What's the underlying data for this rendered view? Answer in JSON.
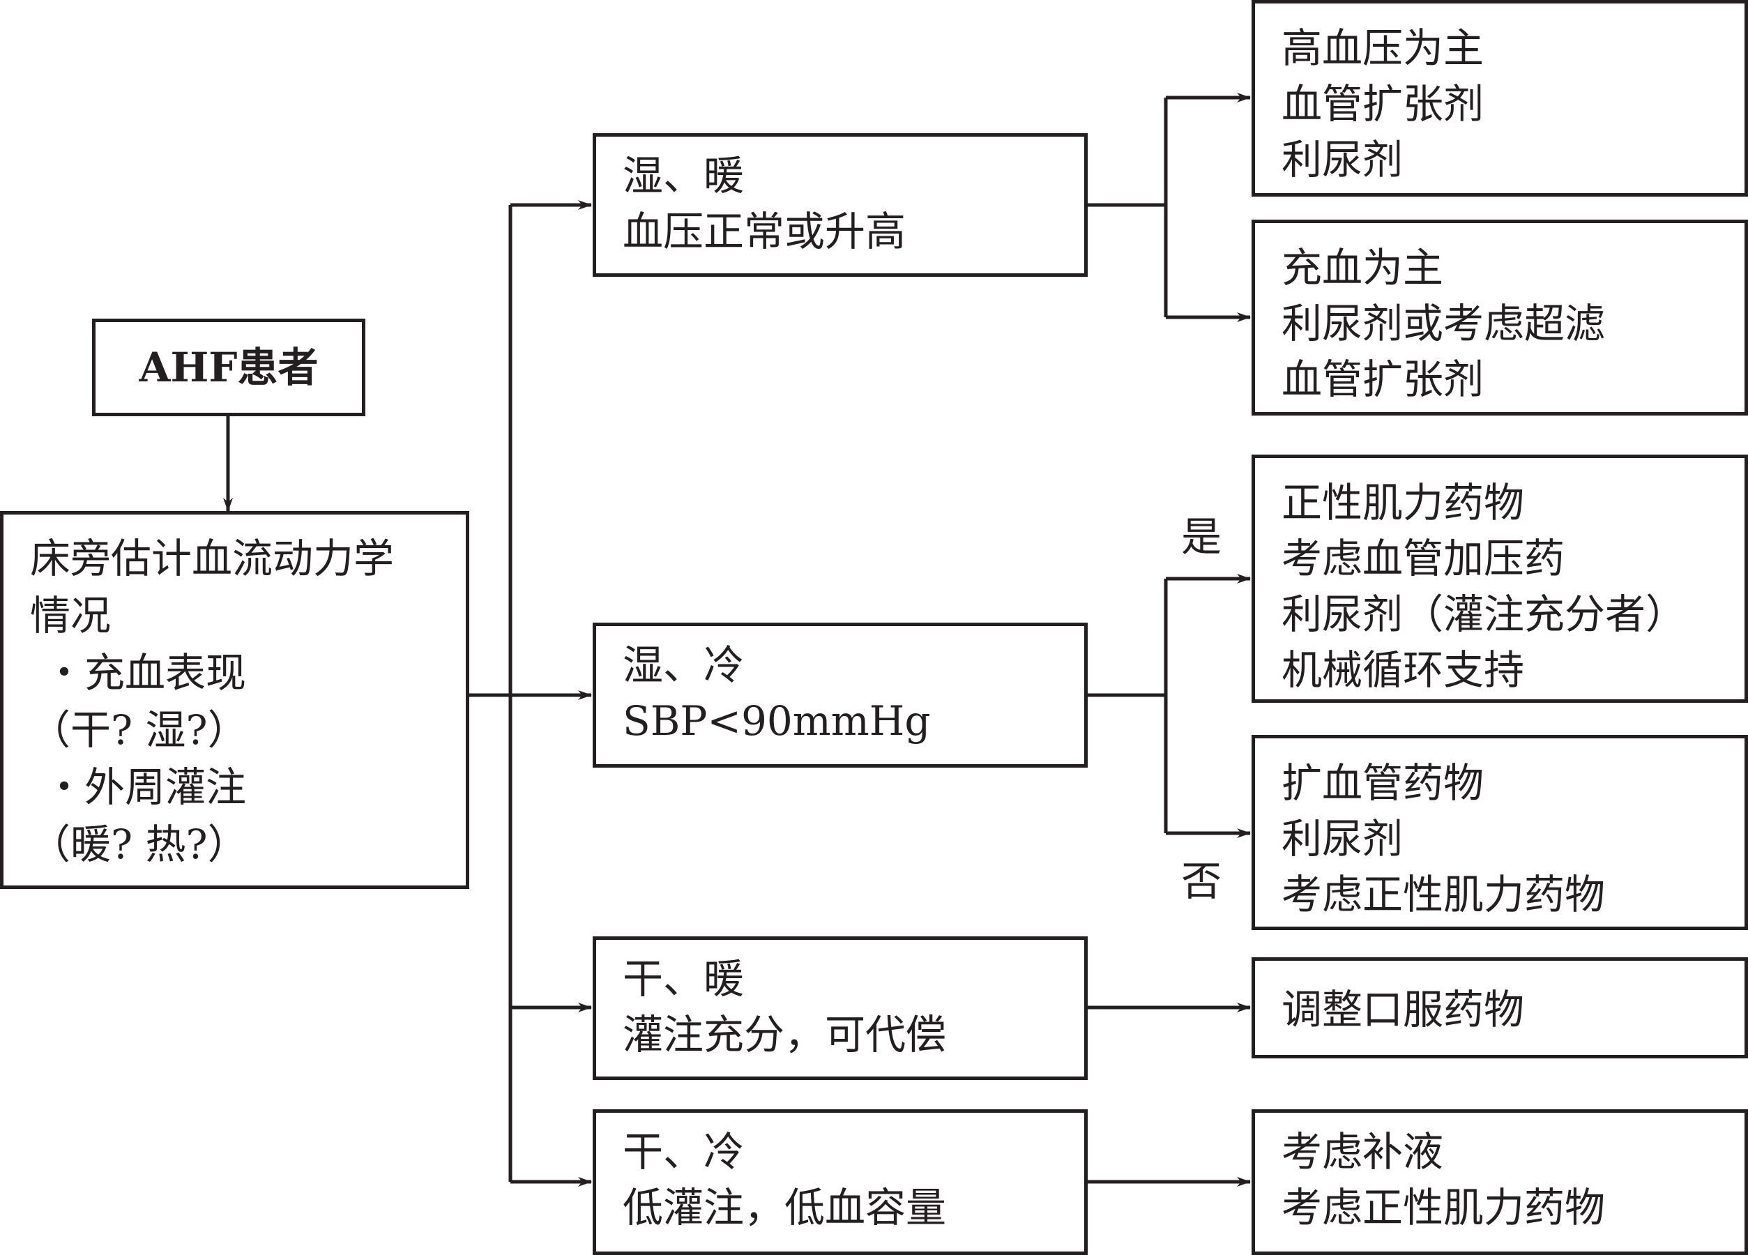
{
  "start": {
    "label": "AHF患者"
  },
  "assess": {
    "lines": [
      "床旁估计血流动力学",
      "情况",
      "・充血表现",
      "（干? 湿?）",
      "・外周灌注",
      "（暖? 热?）"
    ]
  },
  "profiles": [
    {
      "lines": [
        "湿、暖",
        "血压正常或升高"
      ]
    },
    {
      "lines": [
        "湿、冷",
        "SBP<90mmHg"
      ]
    },
    {
      "lines": [
        "干、暖",
        "灌注充分，可代偿"
      ]
    },
    {
      "lines": [
        "干、冷",
        "低灌注，低血容量"
      ]
    }
  ],
  "treatments": [
    {
      "lines": [
        "高血压为主",
        "血管扩张剂",
        "利尿剂"
      ]
    },
    {
      "lines": [
        "充血为主",
        "利尿剂或考虑超滤",
        "血管扩张剂"
      ]
    },
    {
      "lines": [
        "正性肌力药物",
        "考虑血管加压药",
        "利尿剂（灌注充分者）",
        "机械循环支持"
      ]
    },
    {
      "lines": [
        "扩血管药物",
        "利尿剂",
        "考虑正性肌力药物"
      ]
    },
    {
      "lines": [
        "调整口服药物"
      ]
    },
    {
      "lines": [
        "考虑补液",
        "考虑正性肌力药物"
      ]
    }
  ],
  "branch_labels": {
    "yes": "是",
    "no": "否"
  },
  "colors": {
    "line": "#231f20",
    "background": "#ffffff"
  }
}
